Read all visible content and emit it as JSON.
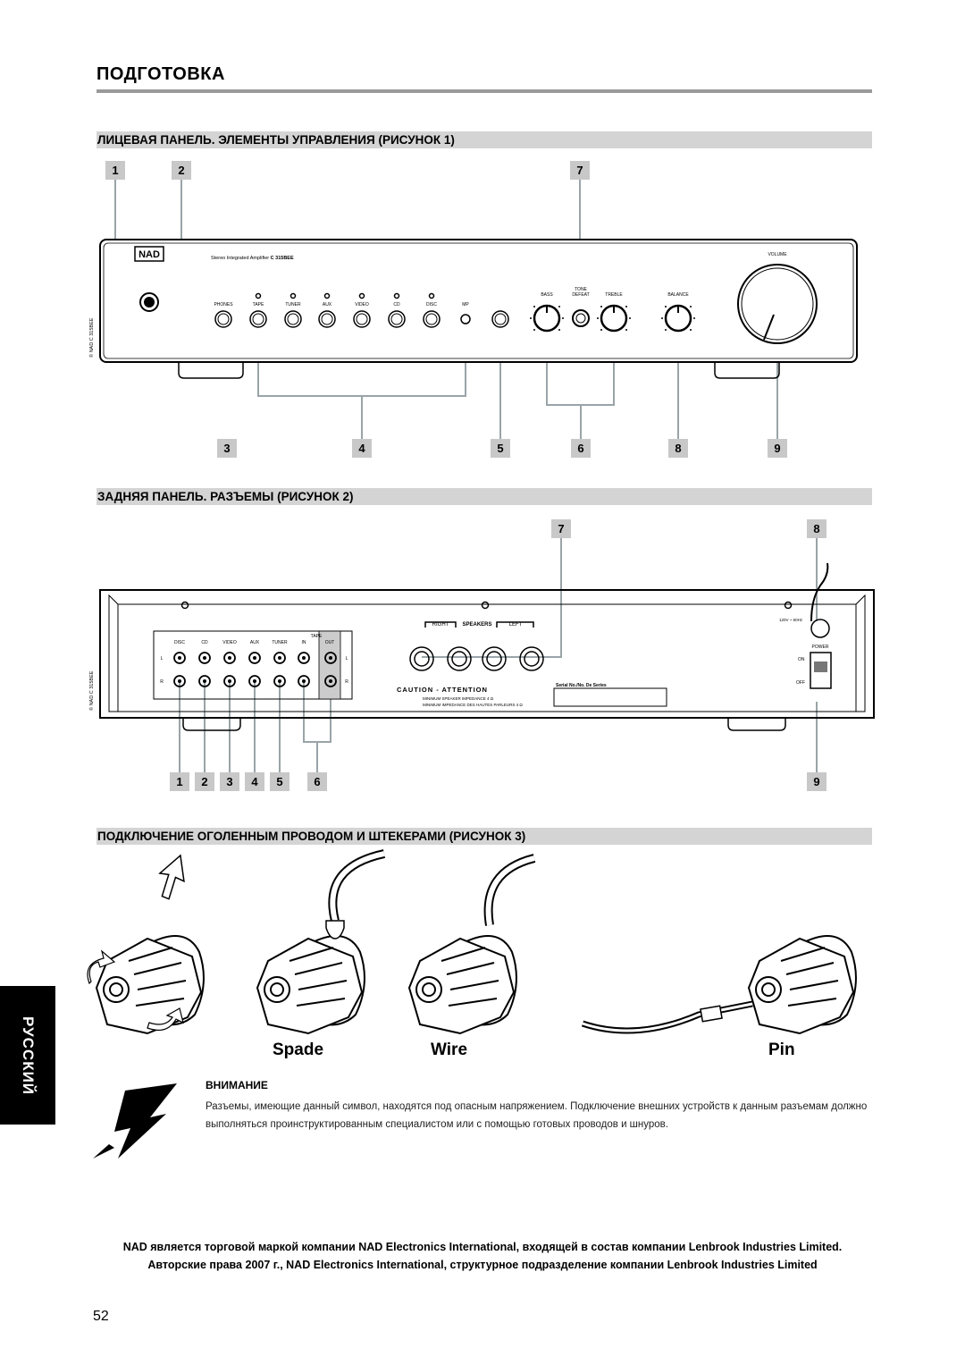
{
  "page": {
    "title": "ПОДГОТОВКА",
    "side_tab": "РУССКИЙ",
    "page_number": "52"
  },
  "section1": {
    "title": "ЛИЦЕВАЯ ПАНЕЛЬ. ЭЛЕМЕНТЫ УПРАВЛЕНИЯ (РИСУНОК 1)",
    "callouts_top": [
      "1",
      "2",
      "7"
    ],
    "callouts_bottom": [
      "3",
      "4",
      "5",
      "6",
      "8",
      "9"
    ],
    "logo": "NAD",
    "model_text": "Stereo Integrated Amplifier ",
    "model_name": "C 315BEE",
    "serial_side": "© NAD C 315BEE",
    "labels": {
      "phones": "PHONES",
      "tape": "TAPE",
      "tuner": "TUNER",
      "aux": "AUX",
      "video": "VIDEO",
      "cd": "CD",
      "disc": "DISC",
      "mp": "MP",
      "bass": "BASS",
      "tone": "TONE",
      "defeat": "DEFEAT",
      "treble": "TREBLE",
      "balance": "BALANCE",
      "volume": "VOLUME"
    }
  },
  "section2": {
    "title": "ЗАДНЯЯ ПАНЕЛЬ. РАЗЪЕМЫ (РИСУНОК 2)",
    "callouts_top": [
      "7",
      "8"
    ],
    "callouts_bottom": [
      "1",
      "2",
      "3",
      "4",
      "5",
      "6",
      "9"
    ],
    "serial_side": "© NAD C 315BEE",
    "inputs": [
      "DISC",
      "CD",
      "VIDEO",
      "AUX",
      "TUNER",
      "IN",
      "OUT"
    ],
    "tape_label": "TAPE",
    "l": "L",
    "r": "R",
    "right": "RIGHT",
    "speakers": "SPEAKERS",
    "left": "LEFT",
    "caution": "CAUTION - ATTENTION",
    "min_impedance_1": "MINIMUM SPEAKER IMPEDANCE 4 Ω",
    "min_impedance_2": "MINIMUM IMPEDANCE DES HAUTES PARLEURS 4 Ω",
    "serial_label": "Serial No./No. De Series",
    "voltage": "120V ~ 60Hz",
    "power": "POWER",
    "on": "ON",
    "off": "OFF"
  },
  "section3": {
    "title": "ПОДКЛЮЧЕНИЕ ОГОЛЕННЫМ ПРОВОДОМ И ШТЕКЕРАМИ (РИСУНОК 3)",
    "captions": {
      "spade": "Spade",
      "wire": "Wire",
      "pin": "Pin"
    }
  },
  "warning": {
    "title": "ВНИМАНИЕ",
    "text": "Разъемы, имеющие данный символ, находятся под опасным напряжением. Подключение внешних устройств к данным разъемам должно выполняться проинструктированным специалистом или с помощью готовых проводов и шнуров."
  },
  "footer": {
    "line1": "NAD является торговой маркой компании NAD Electronics International, входящей в состав компании Lenbrook Industries Limited.",
    "line2": "Авторские права 2007 г., NAD Electronics International, структурное подразделение компании Lenbrook Industries Limited"
  }
}
